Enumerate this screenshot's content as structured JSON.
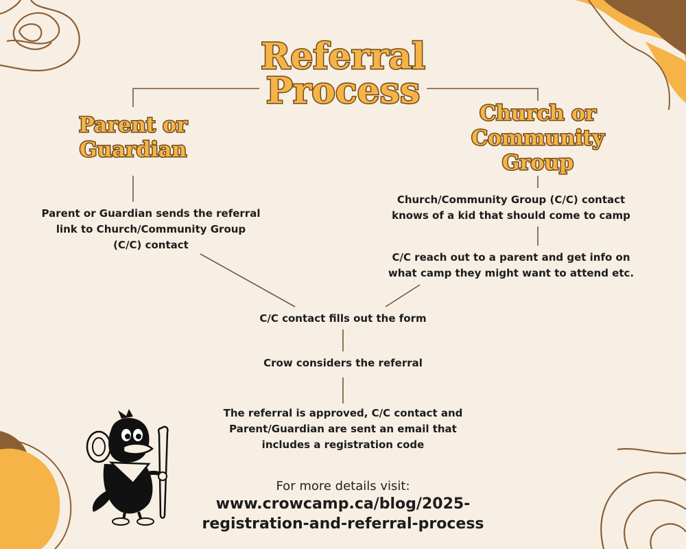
{
  "title": {
    "line1": "Referral",
    "line2": "Process"
  },
  "branches": {
    "left": {
      "heading_line1": "Parent or",
      "heading_line2": "Guardian"
    },
    "right": {
      "heading_line1": "Church or",
      "heading_line2": "Community",
      "heading_line3": "Group"
    }
  },
  "steps": {
    "parent_sends": {
      "line1": "Parent or Guardian sends the referral",
      "line2": "link to Church/Community Group",
      "line3": "(C/C) contact"
    },
    "cc_knows": {
      "line1": "Church/Community Group (C/C) contact",
      "line2": "knows of a kid that should come to camp"
    },
    "cc_reach_out": {
      "line1": "C/C reach out to a parent and get info on",
      "line2": "what camp they might want to attend etc."
    },
    "fills_form": "C/C contact fills out the form",
    "crow_considers": "Crow considers the referral",
    "approved": {
      "line1": "The referral is approved, C/C contact and",
      "line2": "Parent/Guardian are sent an email that",
      "line3": "includes a registration code"
    }
  },
  "footer": {
    "label": "For more details visit:",
    "url_line1": "www.crowcamp.ca/blog/2025-",
    "url_line2": "registration-and-referral-process"
  },
  "colors": {
    "background": "#f7efe4",
    "accent_orange": "#f6b348",
    "accent_brown": "#8b5e34",
    "connector": "#7a5535",
    "text": "#1c1c1c"
  },
  "icons": {
    "mascot": "crow-hiker-mascot"
  }
}
